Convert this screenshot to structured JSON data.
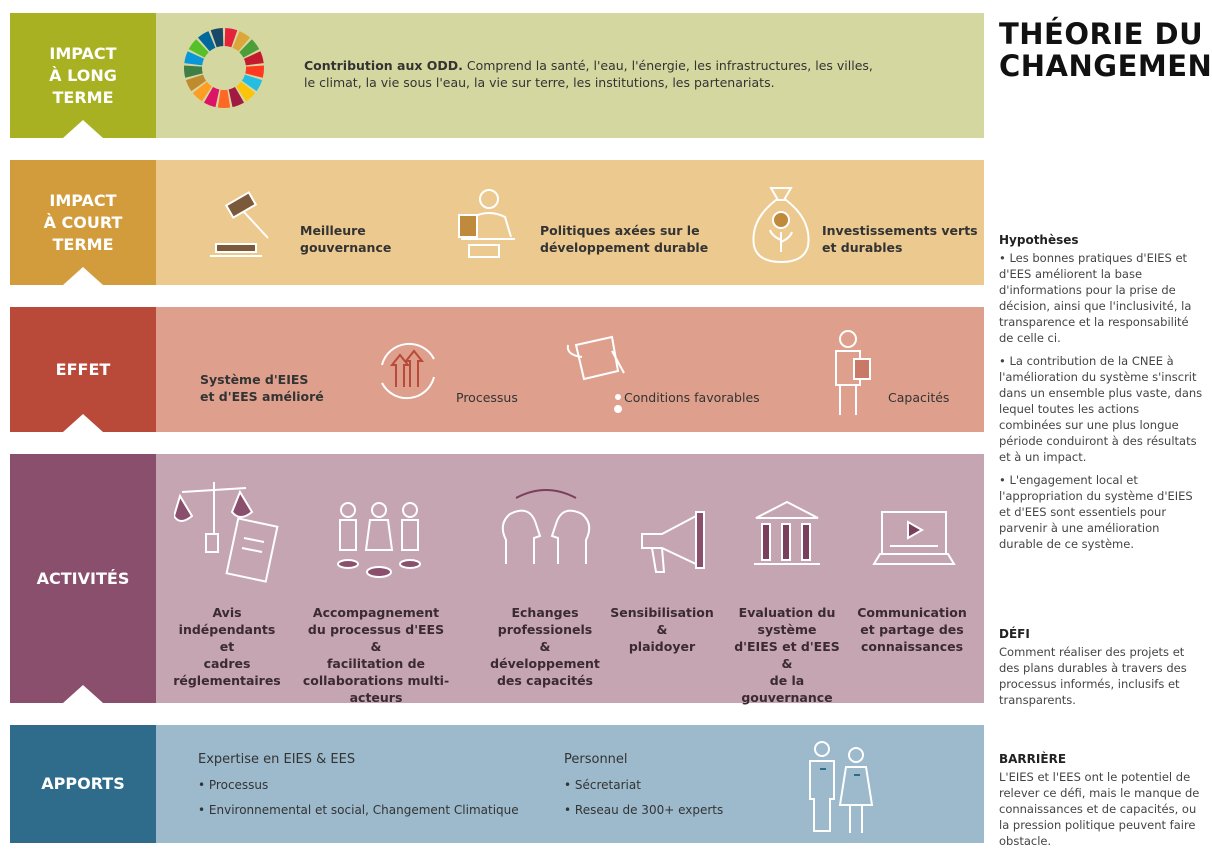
{
  "title": "THÉORIE DU CHANGEMENT",
  "rows": {
    "long_term": {
      "label": "IMPACT\nÀ LONG\nTERME",
      "text_bold": "Contribution aux ODD.",
      "text": " Comprend la santé, l'eau, l'énergie, les infrastructures, les villes, le climat, la vie sous l'eau, la vie sur terre, les institutions, les partenariats."
    },
    "short_term": {
      "label": "IMPACT\nÀ COURT\nTERME",
      "items": [
        "Meilleure\ngouvernance",
        "Politiques axées sur le\ndéveloppement durable",
        "Investissements verts\net durables"
      ]
    },
    "effet": {
      "label": "EFFET",
      "main": "Système d'EIES\net d'EES amélioré",
      "items": [
        "Processus",
        "Conditions favorables",
        "Capacités"
      ]
    },
    "activites": {
      "label": "ACTIVITÉS",
      "items": [
        "Avis indépendants\net\ncadres\nréglementaires",
        "Accompagnement\ndu processus d'EES\n&\nfacilitation de\ncollaborations multi-acteurs",
        "Echanges\nprofessionels\n&\ndéveloppement\ndes capacités",
        "Sensibilisation\n&\nplaidoyer",
        "Evaluation du\nsystème\nd'EIES et d'EES\n&\nde la gouvernance",
        "Communication\net partage des\nconnaissances"
      ]
    },
    "apports": {
      "label": "APPORTS",
      "col1_title": "Expertise en EIES & EES",
      "col1_items": [
        "Processus",
        "Environnemental et social, Changement Climatique"
      ],
      "col2_title": "Personnel",
      "col2_items": [
        "Sécretariat",
        "Reseau de 300+ experts"
      ]
    }
  },
  "sidebar": {
    "hypotheses_title": "Hypothèses",
    "hypotheses": [
      "Les bonnes pratiques d'EIES et d'EES améliorent la base d'informations pour la prise de décision, ainsi que l'inclusivité, la transparence et la responsabilité de celle ci.",
      "La contribution de la CNEE à l'amélioration du système s'inscrit dans un ensemble plus vaste, dans lequel toutes les actions combinées sur une plus longue période conduiront à des résultats et à un impact.",
      "L'engagement local et l'appropriation du système d'EIES et d'EES sont essentiels pour parvenir à une amélioration durable de ce système."
    ],
    "defi_title": "DÉFI",
    "defi": "Comment réaliser des projets et des plans durables à travers des processus informés, inclusifs et transparents.",
    "barriere_title": "BARRIÈRE",
    "barriere": "L'EIES et l'EES ont le potentiel de relever ce défi, mais le manque de connaissances et de capacités, ou la pression politique peuvent faire obstacle."
  },
  "colors": {
    "long_term": "#a8b122",
    "long_term_bg": "#d4d8a0",
    "short_term": "#d29b3b",
    "short_term_bg": "#ecc98f",
    "effet": "#b94a3a",
    "effet_bg": "#dea08d",
    "activites": "#8a4f6c",
    "activites_bg": "#c5a5b2",
    "apports": "#2f6c8c",
    "apports_bg": "#9cbacc"
  }
}
